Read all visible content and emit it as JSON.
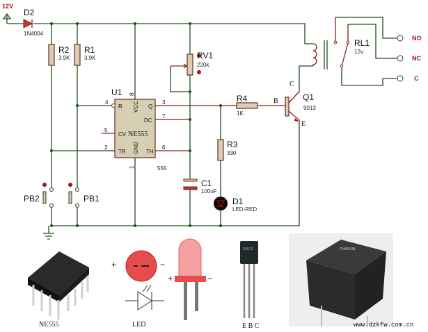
{
  "power": {
    "label": "12V"
  },
  "components": {
    "d2": {
      "ref": "D2",
      "value": "1N4004"
    },
    "r2": {
      "ref": "R2",
      "value": "3.9K"
    },
    "r1": {
      "ref": "R1",
      "value": "3.9K"
    },
    "rv1": {
      "ref": "RV1",
      "value": "220k"
    },
    "u1": {
      "ref": "U1",
      "chip": "NE555",
      "sub": "555",
      "pins": {
        "r": "R",
        "vcc": "VCC",
        "q": "Q",
        "dc": "DC",
        "cv": "CV",
        "tr": "TR",
        "gnd": "GND",
        "th": "TH"
      },
      "pin_numbers": {
        "p4": "4",
        "p8": "8",
        "p3": "3",
        "p7": "7",
        "p5": "5",
        "p2": "2",
        "p6": "6",
        "p1": "1"
      }
    },
    "r4": {
      "ref": "R4",
      "value": "1K"
    },
    "r3": {
      "ref": "R3",
      "value": "330"
    },
    "c1": {
      "ref": "C1",
      "value": "100uF"
    },
    "d1": {
      "ref": "D1",
      "value": "LED-RED"
    },
    "q1": {
      "ref": "Q1",
      "value": "9013",
      "c": "C",
      "b": "B",
      "e": "E"
    },
    "rl1": {
      "ref": "RL1",
      "value": "12v"
    },
    "pb1": {
      "ref": "PB1"
    },
    "pb2": {
      "ref": "PB2"
    }
  },
  "terminals": {
    "no": "NO",
    "nc": "NC",
    "c": "C"
  },
  "photos": {
    "ne555_label": "NE555",
    "led_label": "LED",
    "led_plus": "+",
    "led_minus": "−",
    "transistor_pins": "E B C",
    "transistor_marking": "S9013",
    "relay_marking": "CHANSIN"
  },
  "watermark": "www.dzkfw.com.cn",
  "colors": {
    "wire": "#1e4d1e",
    "wire_red": "#8a1c1c",
    "part_fill": "#d6cfb3",
    "label_red": "#a01818"
  }
}
